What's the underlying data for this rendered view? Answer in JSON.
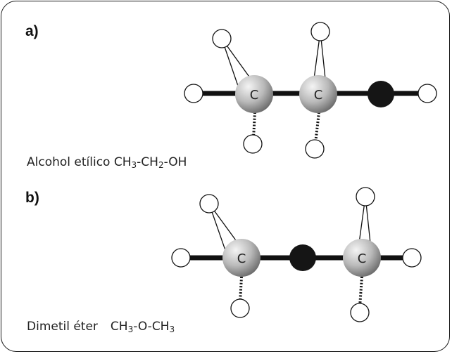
{
  "panel_a": {
    "label": "a)",
    "caption_name": "Alcohol etílico",
    "formula": [
      {
        "t": "CH"
      },
      {
        "s": "3"
      },
      {
        "t": "-CH"
      },
      {
        "s": "2"
      },
      {
        "t": "-OH"
      }
    ],
    "atom_label": "C"
  },
  "panel_b": {
    "label": "b)",
    "caption_name": "Dimetil éter",
    "formula": [
      {
        "t": "CH"
      },
      {
        "s": "3"
      },
      {
        "t": "-O-CH"
      },
      {
        "s": "3"
      }
    ],
    "atom_label": "C"
  },
  "colors": {
    "bond": "#111111",
    "oxygen": "#151515",
    "hydrogen_fill": "#ffffff",
    "carbon_light": "#f2f2f2",
    "carbon_dark": "#6e6e6e"
  }
}
